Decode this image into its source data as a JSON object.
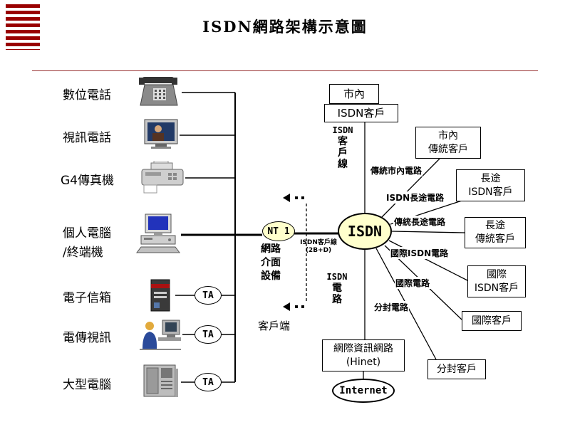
{
  "title": "ISDN網路架構示意圖",
  "devices": [
    {
      "label": "數位電話"
    },
    {
      "label": "視訊電話"
    },
    {
      "label": "G4傳真機"
    },
    {
      "label": "個人電腦",
      "label2": "/終端機"
    },
    {
      "label": "電子信箱",
      "ta": "TA"
    },
    {
      "label": "電傳視訊",
      "ta": "TA"
    },
    {
      "label": "大型電腦",
      "ta": "TA"
    }
  ],
  "nodes": {
    "nt1": "NT 1",
    "nt1_desc": [
      "網路",
      "介面",
      "設備"
    ],
    "isdn": "ISDN",
    "internet": "Internet"
  },
  "boxes": {
    "city": "市內",
    "city_isdn": "ISDN客戶",
    "city_trad": [
      "市內",
      "傳統客戶"
    ],
    "toll_isdn": [
      "長途",
      "ISDN客戶"
    ],
    "toll_trad": [
      "長途",
      "傳統客戶"
    ],
    "intl_isdn": [
      "國際",
      "ISDN客戶"
    ],
    "intl": "國際客戶",
    "packet": "分封客戶",
    "hinet": [
      "網際資訊網路",
      "(Hinet)"
    ]
  },
  "line_labels": {
    "subscriber": [
      "ISDN",
      "客",
      "戶",
      "線"
    ],
    "trad_city": "傳統市內電路",
    "isdn_toll": "ISDN長途電路",
    "trad_toll": "傳統長途電路",
    "intl_isdn": "國際ISDN電路",
    "intl": "國際電路",
    "packet": "分封電路",
    "isdn_circuit": [
      "ISDN",
      "電",
      "路"
    ],
    "bri": "ISDN客戶線",
    "bri_spec": "(2B+D)",
    "customer_side": "客戶端"
  },
  "icons": [
    "digital-phone-icon",
    "video-phone-icon",
    "g4-fax-icon",
    "personal-computer-icon",
    "mail-server-icon",
    "videotex-icon",
    "mainframe-icon"
  ],
  "colors": {
    "stripe_red": "#990000",
    "divider": "#993333",
    "node_fill": "#ffffcc"
  }
}
